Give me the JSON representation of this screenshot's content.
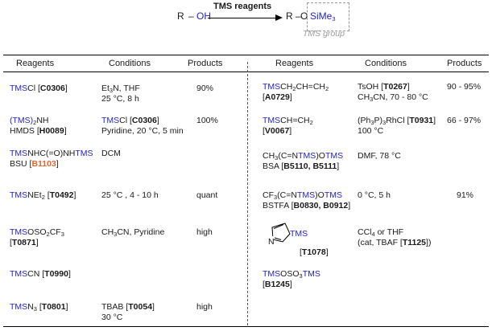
{
  "scheme": {
    "reactant_r": "R",
    "reactant_dash": "–",
    "reactant_oh": "OH",
    "arrow_label": "TMS reagents",
    "product_r": "R",
    "product_dash": "–",
    "product_o": "O",
    "product_si": "SiMe",
    "product_sub": "3",
    "group_label": "TMS group"
  },
  "headers": {
    "left": [
      "Reagents",
      "Conditions",
      "Products"
    ],
    "right": [
      "Reagents",
      "Conditions",
      "Products"
    ]
  },
  "colors": {
    "tms": "#2323c8",
    "catalog_highlight": "#e8632d",
    "group_label": "#9a9a9a"
  },
  "left_rows": [
    {
      "reagent": [
        "TMS",
        "Cl [",
        "C0306",
        "]"
      ],
      "conditions": [
        "Et",
        "3",
        "N, THF",
        "25 °C, 8 h"
      ],
      "product": "90%"
    },
    {
      "reagent": [
        "(TMS)",
        "2",
        "NH",
        "HMDS [",
        "H0089",
        "]"
      ],
      "conditions": [
        "TMS",
        "Cl [",
        "C0306",
        "]",
        "Pyridine, 20 °C, 5 min"
      ],
      "product": "100%"
    },
    {
      "reagent": [
        "TMS",
        "NHC(=O)NH",
        "TMS",
        "BSU [",
        "B1103",
        "]"
      ],
      "conditions": [
        "DCM"
      ],
      "product": ""
    },
    {
      "reagent": [
        "TMS",
        "NEt",
        "2",
        " [",
        "T0492",
        "]"
      ],
      "conditions": [
        "25 °C , 4 - 10 h"
      ],
      "product": "quant"
    },
    {
      "reagent": [
        "TMS",
        "OSO",
        "2",
        "CF",
        "3",
        "[",
        "T0871",
        "]"
      ],
      "conditions": [
        "CH",
        "3",
        "CN, Pyridine"
      ],
      "product": "high"
    },
    {
      "reagent": [
        "TMS",
        "CN [",
        "T0990",
        "]"
      ],
      "conditions": [],
      "product": ""
    },
    {
      "reagent": [
        "TMS",
        "N",
        "3",
        " [",
        "T0801",
        "]"
      ],
      "conditions": [
        "TBAB [",
        "T0054",
        "]",
        "30 °C"
      ],
      "product": "high"
    }
  ],
  "right_rows": [
    {
      "reagent": [
        "TMS",
        "CH",
        "2",
        "CH=CH",
        "2",
        "[",
        "A0729",
        "]"
      ],
      "conditions": [
        "TsOH [",
        "T0267",
        "]",
        "CH",
        "3",
        "CN, 70 - 80 °C"
      ],
      "product": "90 - 95%"
    },
    {
      "reagent": [
        "TMS",
        "CH=CH",
        "2",
        "[",
        "V0067",
        "]"
      ],
      "conditions": [
        "(Ph",
        "3",
        "P)",
        "3",
        "RhCl [",
        "T0931",
        "]",
        "100 °C"
      ],
      "product": "66 - 97%"
    },
    {
      "reagent": [
        "CH",
        "3",
        "(C=N",
        "TMS",
        ")O",
        "TMS",
        "BSA [",
        "B5110, B5111",
        "]"
      ],
      "conditions": [
        "DMF, 78 °C"
      ],
      "product": ""
    },
    {
      "reagent": [
        "CF",
        "3",
        "(C=N",
        "TMS",
        ")O",
        "TMS",
        "BSTFA [",
        "B0830, B0912",
        "]"
      ],
      "conditions": [
        "0 °C, 5 h"
      ],
      "product": "91%"
    },
    {
      "reagent": [
        "N",
        "TMS",
        "[",
        "T1078",
        "]"
      ],
      "conditions": [
        "CCl",
        "4",
        " or THF",
        "(cat, TBAF [",
        "T1125",
        "])"
      ],
      "product": ""
    },
    {
      "reagent": [
        "TMS",
        "OSO",
        "3",
        "TMS",
        "[",
        "B1245",
        "]"
      ],
      "conditions": [],
      "product": ""
    }
  ]
}
